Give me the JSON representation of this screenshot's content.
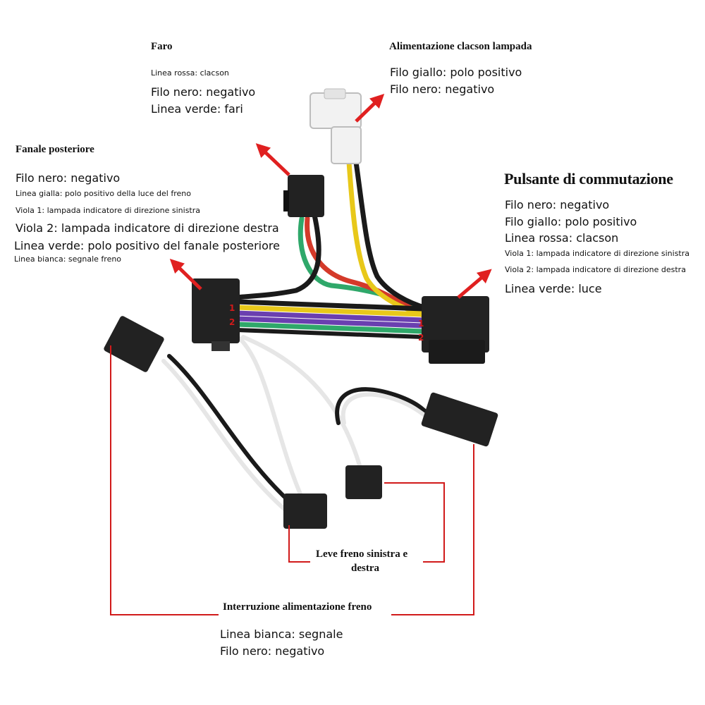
{
  "colors": {
    "red_arrow": "#e02020",
    "red_line": "#d11a1a",
    "wire_red": "#d43a2a",
    "wire_yellow": "#e8c81a",
    "wire_green": "#2fa86a",
    "wire_purple": "#6a3fb0",
    "wire_black": "#1a1a1a",
    "wire_white": "#f4f4f4",
    "connector_black": "#222222",
    "connector_white": "#f2f2f2"
  },
  "faro": {
    "title": "Faro",
    "line1": "Linea rossa: clacson",
    "line2": "Filo nero: negativo",
    "line3": "Linea verde: fari"
  },
  "clacson": {
    "title": "Alimentazione clacson lampada",
    "line1": "Filo giallo: polo positivo",
    "line2": "Filo nero: negativo"
  },
  "fanale": {
    "title": "Fanale posteriore",
    "line1": "Filo nero: negativo",
    "line2": "Linea gialla: polo positivo della luce del freno",
    "line3": "Viola 1: lampada indicatore di direzione sinistra",
    "line4": "Viola 2: lampada indicatore di direzione destra",
    "line5": "Linea verde: polo positivo del fanale posteriore",
    "line6": "Linea bianca: segnale freno"
  },
  "pulsante": {
    "title": "Pulsante di commutazione",
    "line1": "Filo nero: negativo",
    "line2": "Filo giallo: polo positivo",
    "line3": "Linea rossa: clacson",
    "line4": "Viola 1: lampada indicatore di direzione sinistra",
    "line5": "Viola 2: lampada indicatore di direzione destra",
    "line6": "Linea verde: luce"
  },
  "leve": {
    "line1": "Leve freno sinistra e",
    "line2": "destra"
  },
  "interruzione": {
    "title": "Interruzione alimentazione freno",
    "line1": "Linea bianca: segnale",
    "line2": "Filo nero: negativo"
  },
  "pin_labels": {
    "p1": "1",
    "p2": "2"
  }
}
